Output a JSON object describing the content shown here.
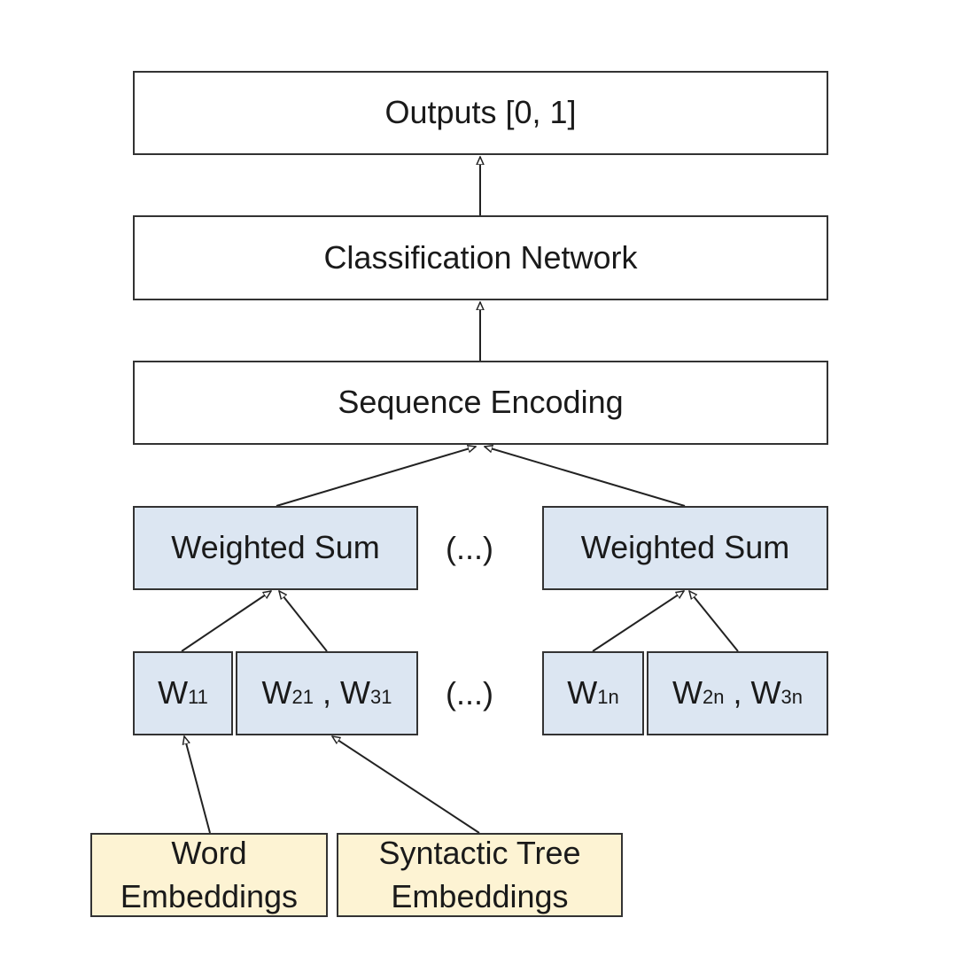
{
  "outputs": "Outputs [0, 1]",
  "classification": "Classification Network",
  "sequence": "Sequence Encoding",
  "weighted_sum_left": "Weighted Sum",
  "weighted_sum_right": "Weighted Sum",
  "ellipsis_top": "(...)",
  "ellipsis_bottom": "(...)",
  "w11": {
    "main": "W",
    "sub": "11"
  },
  "w21_w31": {
    "a_main": "W",
    "a_sub": "21",
    "sep": " , ",
    "b_main": "W",
    "b_sub": "31"
  },
  "w1n": {
    "main": "W",
    "sub": "1n"
  },
  "w2n_w3n": {
    "a_main": "W",
    "a_sub": "2n",
    "sep": " , ",
    "b_main": "W",
    "b_sub": "3n"
  },
  "word_embeddings": {
    "line1": "Word",
    "line2": "Embeddings"
  },
  "syntactic_embeddings": {
    "line1": "Syntactic Tree",
    "line2": "Embeddings"
  },
  "colors": {
    "node_white": "#ffffff",
    "node_blue": "#dce6f2",
    "node_cream": "#fdf3d3",
    "stroke": "#333333"
  }
}
